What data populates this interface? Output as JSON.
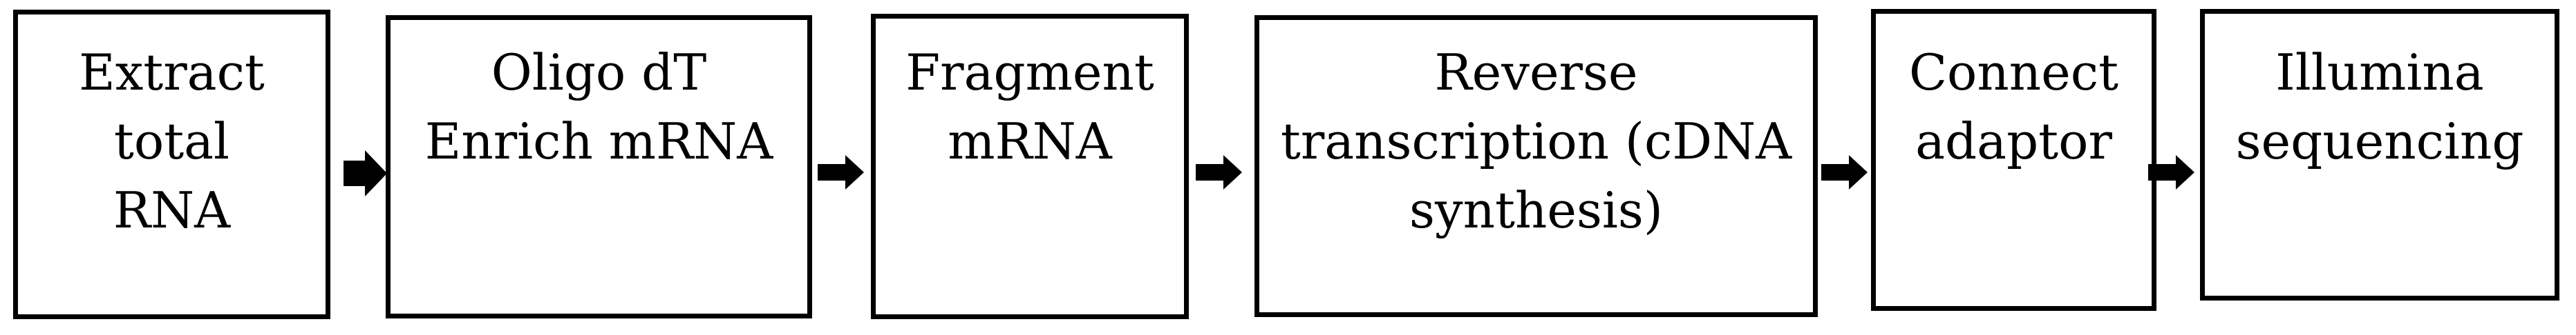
{
  "flowchart": {
    "steps": [
      {
        "id": "extract-total-rna",
        "text": "Extract\ntotal\nRNA"
      },
      {
        "id": "oligo-dt-enrich-mrna",
        "text": "Oligo dT\nEnrich mRNA"
      },
      {
        "id": "fragment-mrna",
        "text": "Fragment\nmRNA"
      },
      {
        "id": "reverse-transcription",
        "text": "Reverse\ntranscription (cDNA\nsynthesis)"
      },
      {
        "id": "connect-adaptor",
        "text": "Connect\nadaptor"
      },
      {
        "id": "illumina-sequencing",
        "text": "Illumina\nsequencing"
      }
    ],
    "connector_icon": "arrow-right-icon",
    "colors": {
      "background": "#ffffff",
      "box_border": "#000000",
      "text": "#000000",
      "arrow": "#000000"
    }
  }
}
